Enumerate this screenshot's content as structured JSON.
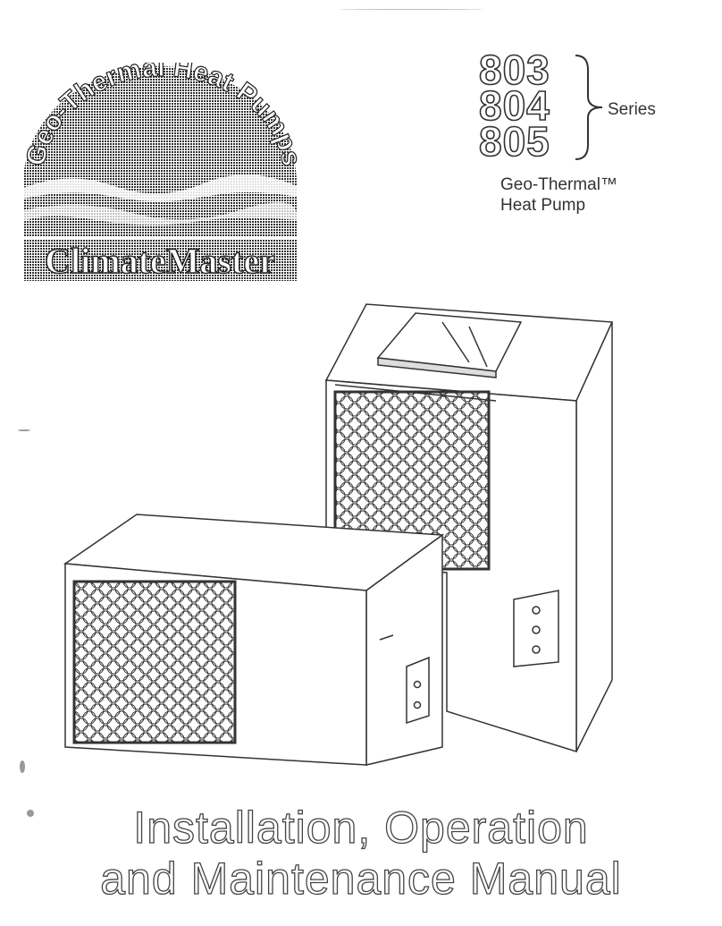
{
  "logo": {
    "arc_text": "Geo-Thermal Heat Pumps",
    "brand": "ClimateMaster"
  },
  "series": {
    "models": [
      "803",
      "804",
      "805"
    ],
    "label": "Series"
  },
  "product": {
    "line1": "Geo-Thermal™",
    "line2": "Heat Pump"
  },
  "manual": {
    "title_line1": "Installation, Operation",
    "title_line2": "and Maintenance Manual"
  }
}
